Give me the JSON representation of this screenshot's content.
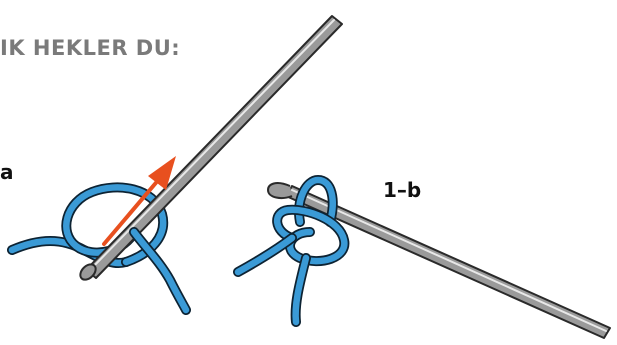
{
  "heading": "IK HEKLER DU:",
  "steps": [
    {
      "label": "a"
    },
    {
      "label": "1–b"
    }
  ],
  "colors": {
    "yarn": "#3a9ad6",
    "yarn_outline": "#0d2333",
    "hook_fill": "#9a9a9a",
    "hook_highlight": "#e8e8e8",
    "arrow": "#e8501f",
    "heading": "#7a7a7a"
  }
}
